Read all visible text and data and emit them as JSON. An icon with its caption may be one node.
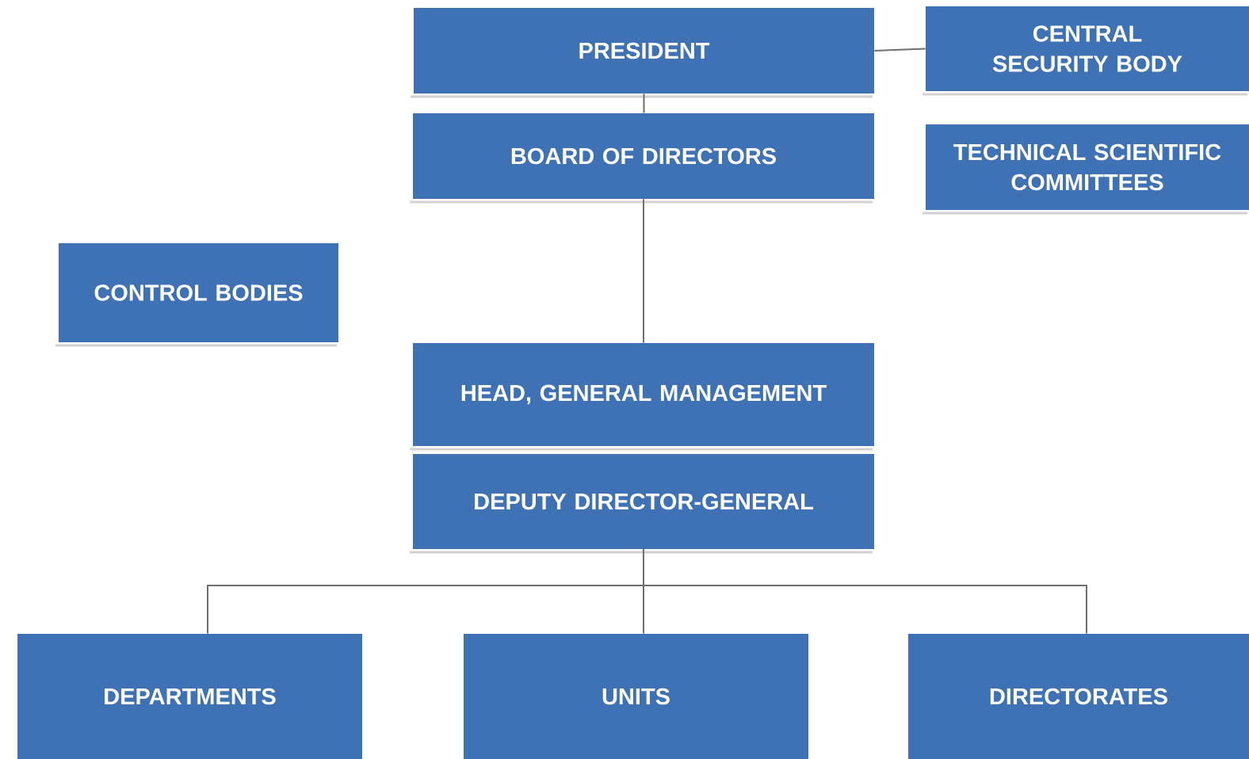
{
  "diagram": {
    "nodes": [
      {
        "text": [
          "PRESIDENT"
        ]
      },
      {
        "text": [
          "CENTRAL SECURITY BODY"
        ]
      },
      {
        "text": [
          "BOARD OF DIRECTORS"
        ]
      },
      {
        "text": [
          "TECHNICAL SCIENTIFIC COMMITTEES"
        ]
      },
      {
        "text": [
          "CONTROL BODIES"
        ]
      },
      {
        "text": [
          "HEAD, GENERAL MANAGEMENT"
        ]
      },
      {
        "text": [
          "DEPUTY DIRECTOR-GENERAL"
        ]
      },
      {
        "text": [
          "DEPARTMENTS"
        ]
      },
      {
        "text": [
          "UNITS"
        ]
      },
      {
        "text": [
          "DIRECTORATES"
        ]
      }
    ],
    "edges": [
      {
        "from": 0,
        "to": 1,
        "arrow": "none"
      },
      {
        "from": 0,
        "to": 2,
        "arrow": "none"
      },
      {
        "from": 2,
        "to": 5,
        "arrow": "none"
      },
      {
        "from": 6,
        "to": 7,
        "arrow": "none"
      },
      {
        "from": 6,
        "to": 8,
        "arrow": "none"
      },
      {
        "from": 6,
        "to": 9,
        "arrow": "none"
      }
    ]
  }
}
